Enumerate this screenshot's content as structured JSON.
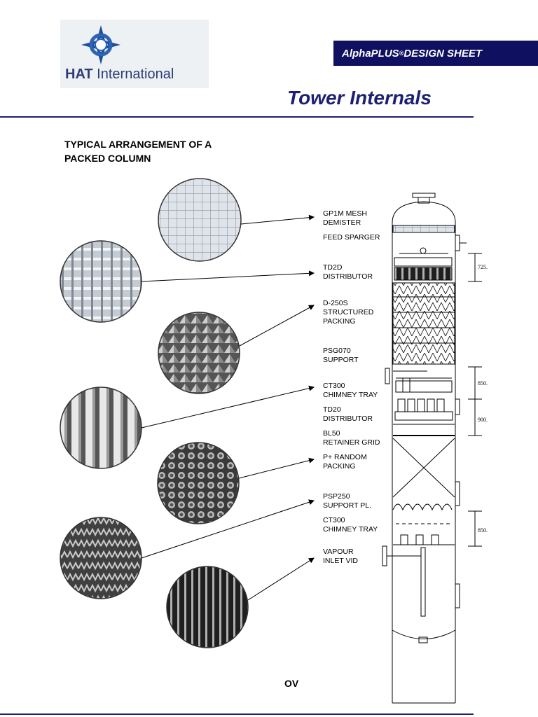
{
  "header": {
    "company_bold": "HAT",
    "company_rest": " International",
    "banner_main": "AlphaPLUS",
    "banner_mark": "®",
    "banner_rest": " DESIGN SHEET",
    "page_title": "Tower Internals"
  },
  "subtitle": "TYPICAL ARRANGEMENT OF A PACKED COLUMN",
  "components": [
    {
      "label": "GP1M MESH\nDEMISTER",
      "photo": "mesh-demister-photo"
    },
    {
      "label": "FEED SPARGER",
      "photo": ""
    },
    {
      "label": "TD2D\nDISTRIBUTOR",
      "photo": "distributor-photo"
    },
    {
      "label": "D-250S\nSTRUCTURED\nPACKING",
      "photo": "structured-packing-photo"
    },
    {
      "label": "PSG070\nSUPPORT",
      "photo": ""
    },
    {
      "label": "CT300\nCHIMNEY TRAY",
      "photo": "chimney-tray-photo"
    },
    {
      "label": "TD20\nDISTRIBUTOR",
      "photo": ""
    },
    {
      "label": "BL50\nRETAINER GRID",
      "photo": ""
    },
    {
      "label": "P+ RANDOM\nPACKING",
      "photo": "random-packing-photo"
    },
    {
      "label": "PSP250\nSUPPORT PL.",
      "photo": "support-plate-photo"
    },
    {
      "label": "CT300\nCHIMNEY TRAY",
      "photo": ""
    },
    {
      "label": "VAPOUR\nINLET VID",
      "photo": "vapour-inlet-photo"
    }
  ],
  "dimensions": [
    "725.",
    "850.",
    "900.",
    "850."
  ],
  "footer_fragment": "OV",
  "colors": {
    "brand_navy": "#1c1f74",
    "banner_bg": "#0f1060",
    "logo_blue": "#2b63b5"
  }
}
